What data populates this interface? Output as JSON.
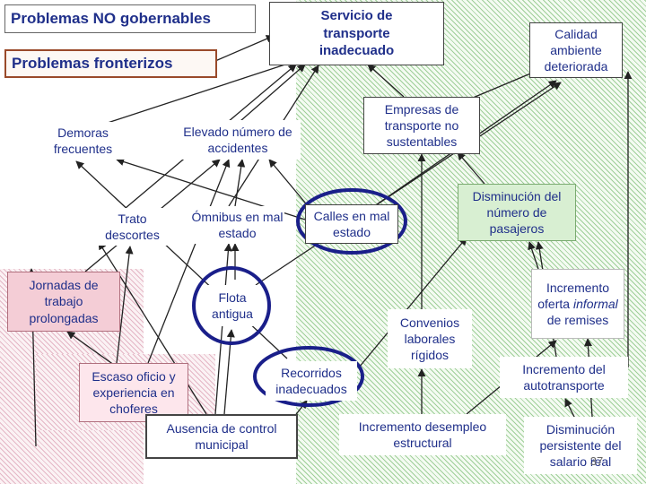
{
  "nodes": {
    "problemas_no_gobernables": "Problemas NO gobernables",
    "problemas_fronterizos": "Problemas fronterizos",
    "servicio_transporte": "Servicio de transporte inadecuado",
    "calidad_ambiente": "Calidad ambiente deteriorada",
    "empresas_transporte": "Empresas de transporte no sustentables",
    "demoras_frecuentes": "Demoras frecuentes",
    "elevado_accidentes": "Elevado número de accidentes",
    "trato_descortes": "Trato descortes",
    "omnibus_mal_estado": "Ómnibus en mal estado",
    "calles_mal_estado": "Calles en mal estado",
    "disminucion_pasajeros": "Disminución del número de pasajeros",
    "jornadas_trabajo": "Jornadas de trabajo prolongadas",
    "flota_antigua": "Flota antigua",
    "convenios_laborales": "Convenios laborales rígidos",
    "incremento_oferta_pre": "Incremento oferta",
    "incremento_oferta_italic": "informal",
    "incremento_oferta_post": "de remises",
    "escaso_oficio": "Escaso oficio y experiencia en choferes",
    "recorridos_inadecuados": "Recorridos inadecuados",
    "incremento_autotransporte": "Incremento del autotransporte",
    "ausencia_control": "Ausencia de control municipal",
    "incremento_desempleo": "Incremento desempleo estructural",
    "disminucion_salario": "Disminución persistente del salario real",
    "page_number": "37"
  },
  "colors": {
    "text_blue": "#1f2f8a",
    "arrow": "#222222",
    "highlight_circle": "#1a1f8a",
    "green_fill": "#d8efd2",
    "pink_fill": "#f4cdd6",
    "title_border": "#9a4a2a"
  }
}
